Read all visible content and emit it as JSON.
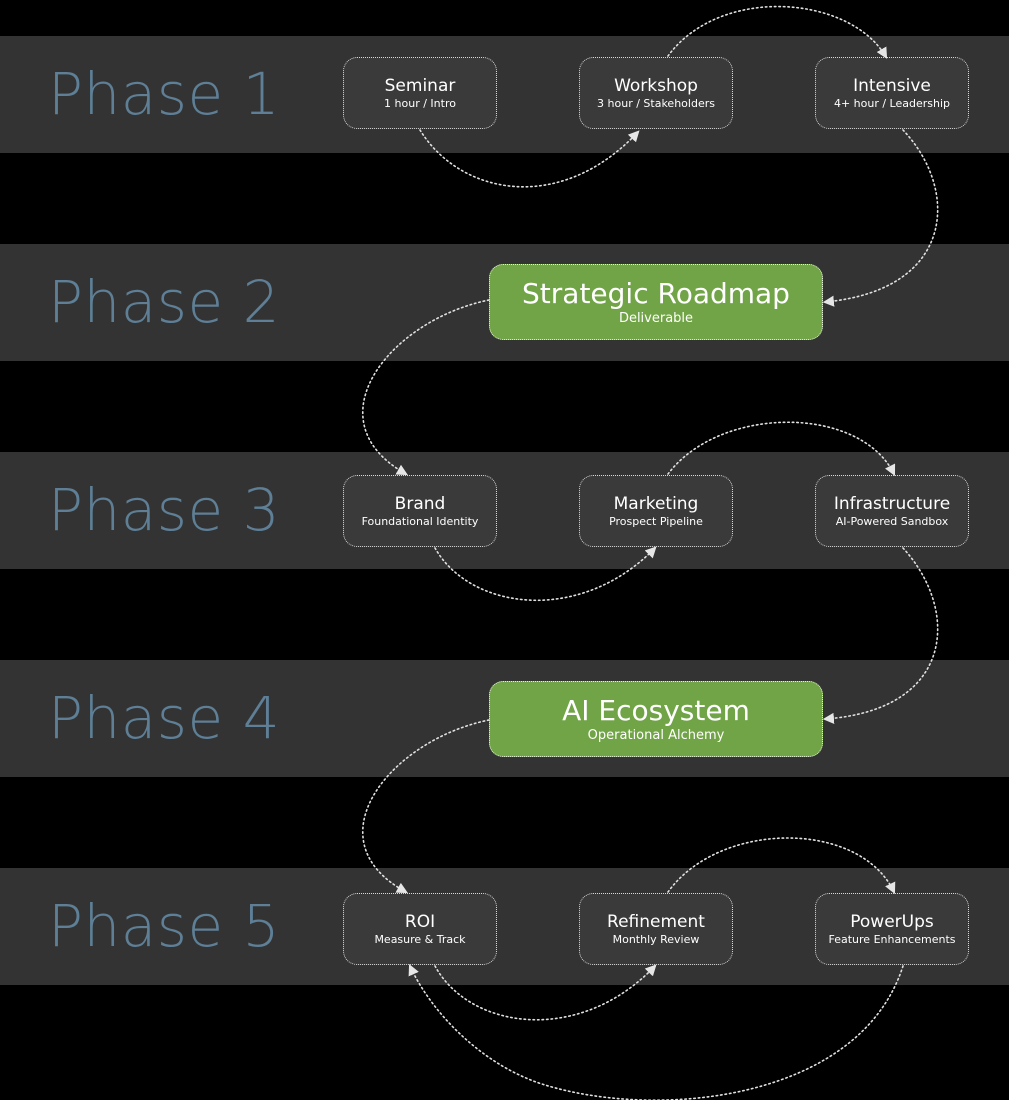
{
  "phases": [
    {
      "label": "Phase 1",
      "nodes": [
        {
          "title": "Seminar",
          "subtitle": "1 hour / Intro"
        },
        {
          "title": "Workshop",
          "subtitle": "3 hour / Stakeholders"
        },
        {
          "title": "Intensive",
          "subtitle": "4+ hour / Leadership"
        }
      ]
    },
    {
      "label": "Phase 2",
      "nodes": [
        {
          "title": "Strategic Roadmap",
          "subtitle": "Deliverable"
        }
      ]
    },
    {
      "label": "Phase 3",
      "nodes": [
        {
          "title": "Brand",
          "subtitle": "Foundational Identity"
        },
        {
          "title": "Marketing",
          "subtitle": "Prospect Pipeline"
        },
        {
          "title": "Infrastructure",
          "subtitle": "AI-Powered Sandbox"
        }
      ]
    },
    {
      "label": "Phase 4",
      "nodes": [
        {
          "title": "AI Ecosystem",
          "subtitle": "Operational Alchemy"
        }
      ]
    },
    {
      "label": "Phase 5",
      "nodes": [
        {
          "title": "ROI",
          "subtitle": "Measure & Track"
        },
        {
          "title": "Refinement",
          "subtitle": "Monthly Review"
        },
        {
          "title": "PowerUps",
          "subtitle": "Feature Enhancements"
        }
      ]
    }
  ],
  "colors": {
    "background": "#000000",
    "band": "#333333",
    "phase_label": "#5e7f96",
    "node_fill": "#3a3a3a",
    "highlight_fill": "#71a446",
    "connector": "#e0e0e0"
  }
}
